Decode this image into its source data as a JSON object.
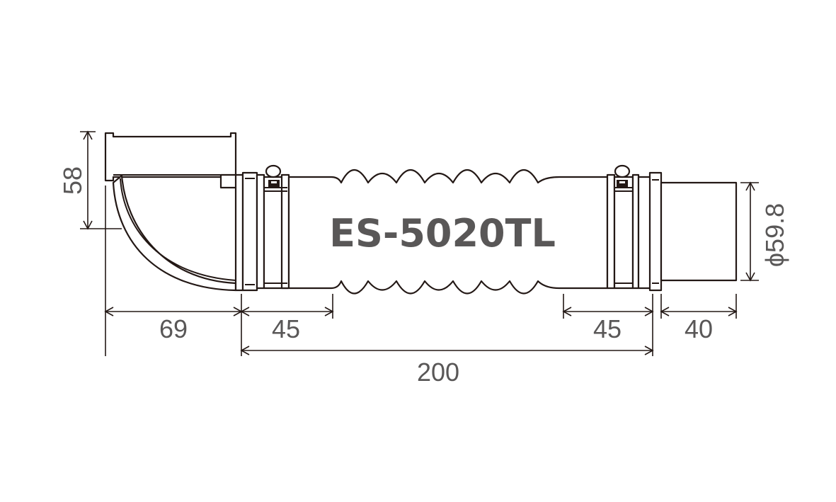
{
  "model_name": "ES-5020TL",
  "dimensions": {
    "elbow_height": "58",
    "elbow_length": "69",
    "left_fitting": "45",
    "right_fitting": "45",
    "outlet_length": "40",
    "total_length": "200",
    "outlet_diameter": "ϕ59.8"
  },
  "colors": {
    "line": "#231815",
    "text": "#595757"
  }
}
